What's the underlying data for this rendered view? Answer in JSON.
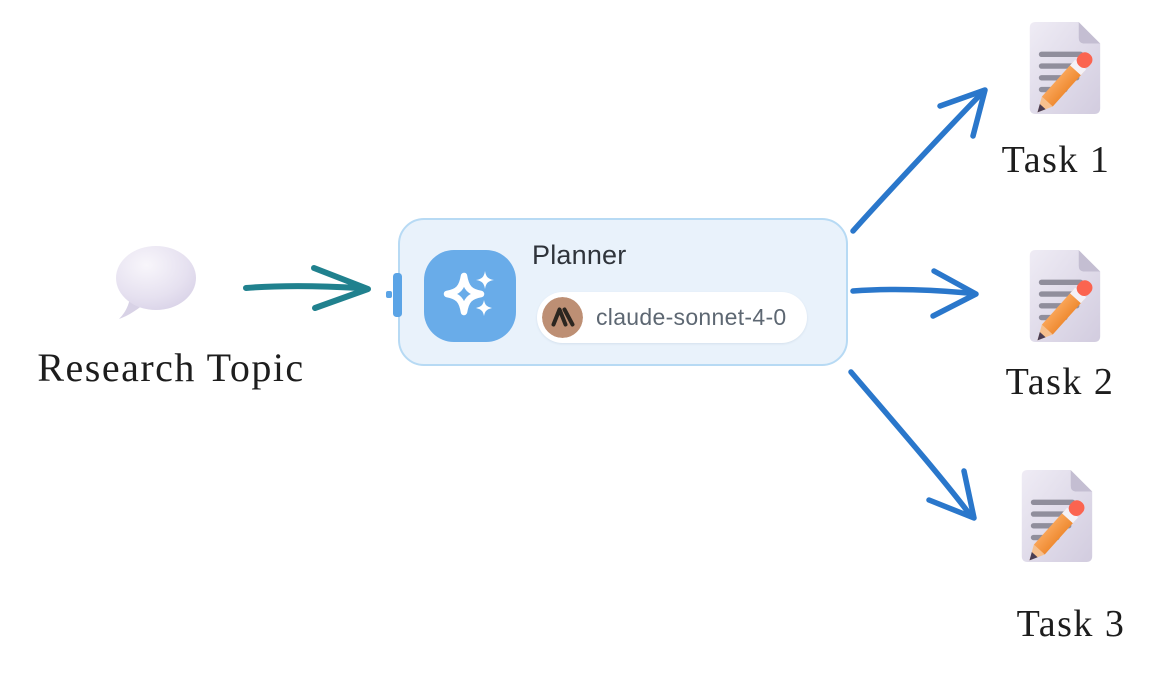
{
  "diagram": {
    "input": {
      "label": "Research Topic",
      "icon": "speech-bubble"
    },
    "planner_node": {
      "title": "Planner",
      "icon": "sparkles",
      "model_badge": {
        "provider_icon": "anthropic-logo",
        "model": "claude-sonnet-4-0"
      }
    },
    "tasks": [
      {
        "label": "Task 1",
        "icon": "memo-pencil"
      },
      {
        "label": "Task 2",
        "icon": "memo-pencil"
      },
      {
        "label": "Task 3",
        "icon": "memo-pencil"
      }
    ],
    "edges": [
      {
        "from": "research-topic",
        "to": "planner",
        "style": "hand-drawn",
        "color": "#20818e"
      },
      {
        "from": "planner",
        "to": "task-1",
        "style": "hand-drawn",
        "color": "#2a77cb"
      },
      {
        "from": "planner",
        "to": "task-2",
        "style": "hand-drawn",
        "color": "#2a77cb"
      },
      {
        "from": "planner",
        "to": "task-3",
        "style": "hand-drawn",
        "color": "#2a77cb"
      }
    ]
  },
  "colors": {
    "teal_arrow": "#20818e",
    "blue_arrow": "#2a77cb",
    "node_bg": "#e9f2fb",
    "node_border": "#b7daf4",
    "node_accent": "#69ace9",
    "handle_blue": "#5ba4e6",
    "badge_bg": "#ffffff",
    "badge_text": "#5d6772",
    "avatar_tan": "#bd8f74",
    "title_text": "#2f343b",
    "handwriting": "#1d1d1d"
  }
}
